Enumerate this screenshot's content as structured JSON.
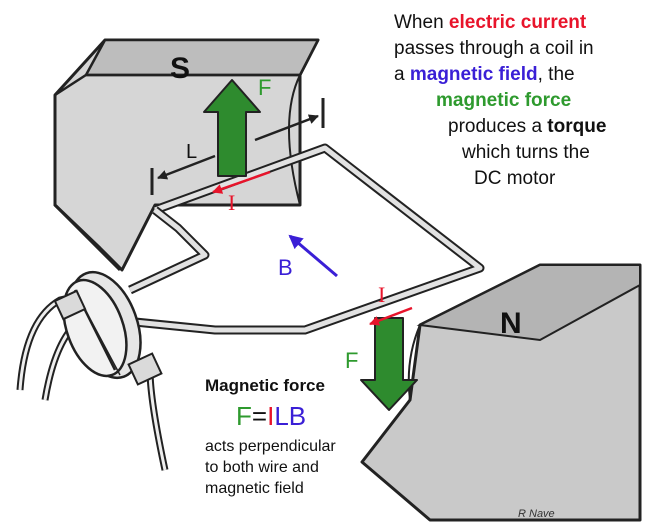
{
  "caption": {
    "l1_a": "When ",
    "l1_b": "electric current",
    "l2": "passes through a  coil in",
    "l3_a": "a ",
    "l3_b": "magnetic field",
    "l3_c": ", the",
    "l4": "magnetic force",
    "l5_a": "produces a ",
    "l5_b": "torque",
    "l6": "which turns the",
    "l7": "DC motor"
  },
  "labels": {
    "south": "S",
    "north": "N",
    "force_top": "F",
    "force_bottom": "F",
    "length": "L",
    "current_top": "I",
    "current_bottom": "I",
    "field": "B"
  },
  "info": {
    "title": "Magnetic force",
    "formula_f": "F",
    "formula_eq": "=",
    "formula_i": "I",
    "formula_lb": "LB",
    "desc1": "acts perpendicular",
    "desc2": "to both wire and",
    "desc3": "magnetic field"
  },
  "credit": "R Nave",
  "colors": {
    "magnet_fill": "#c8c8c8",
    "outline": "#222222",
    "force_arrow": "#2e8b2e",
    "current": "#e8142b",
    "field_arrow": "#3a1fd6",
    "wire": "#d9d9d9"
  }
}
